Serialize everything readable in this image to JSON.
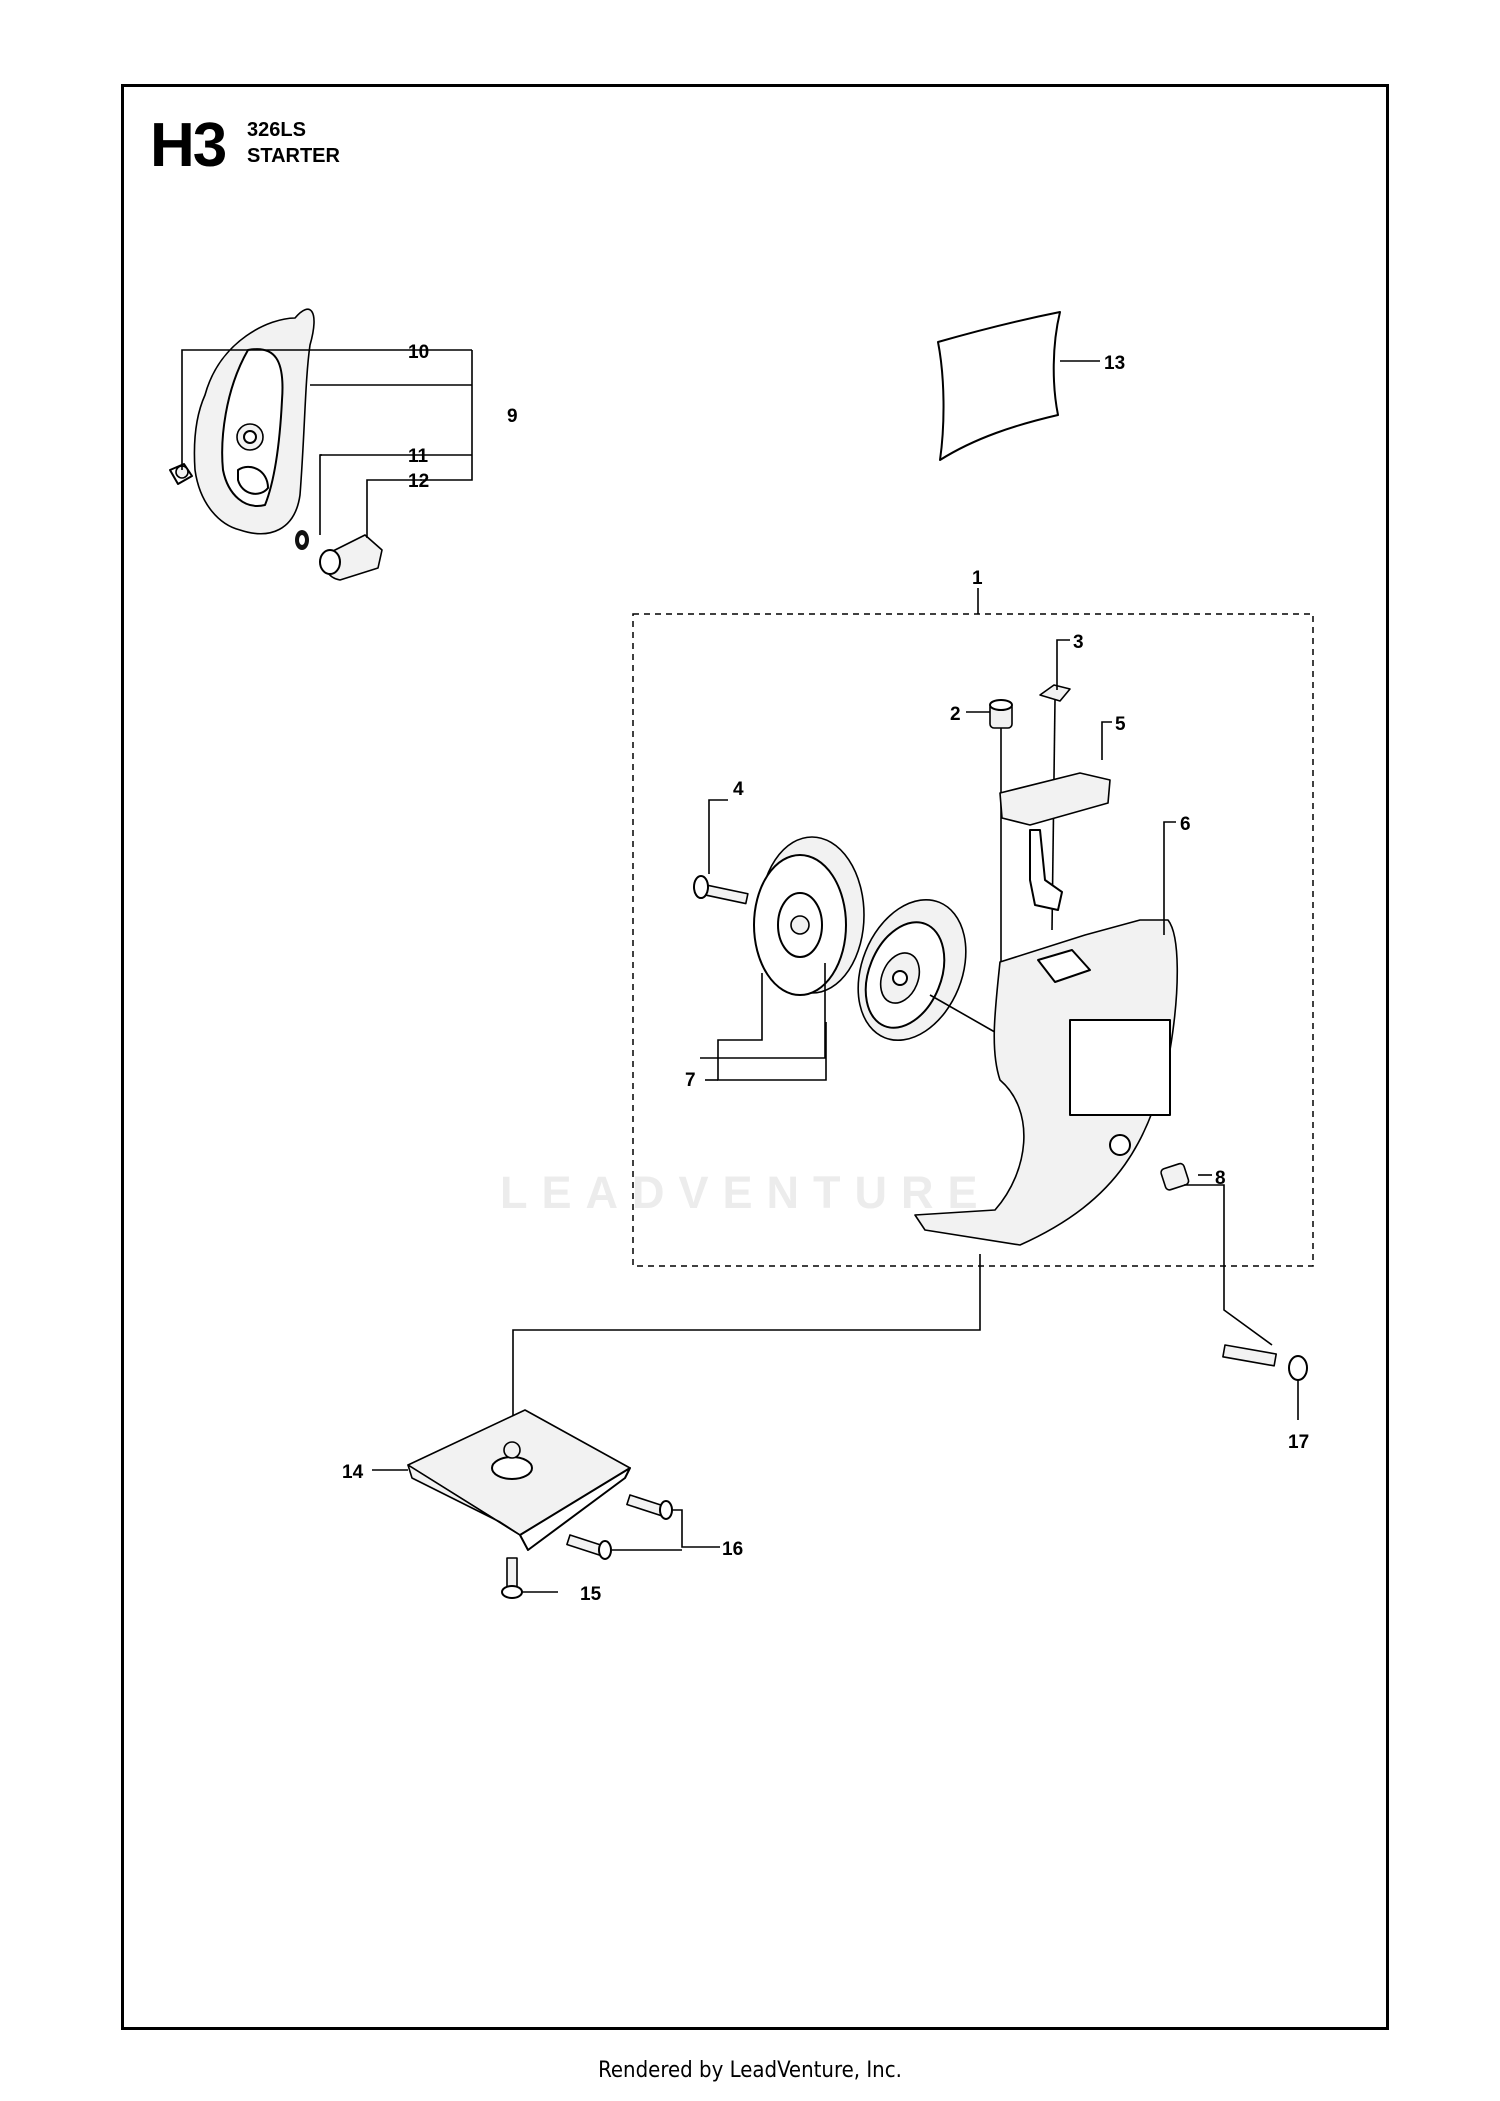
{
  "header": {
    "section_code": "H3",
    "model": "326LS",
    "title": "STARTER"
  },
  "watermark": "LEADVENTURE",
  "footer": "Rendered by LeadVenture, Inc.",
  "callouts": [
    "1",
    "2",
    "3",
    "4",
    "5",
    "6",
    "7",
    "8",
    "9",
    "10",
    "11",
    "12",
    "13",
    "14",
    "15",
    "16",
    "17"
  ]
}
